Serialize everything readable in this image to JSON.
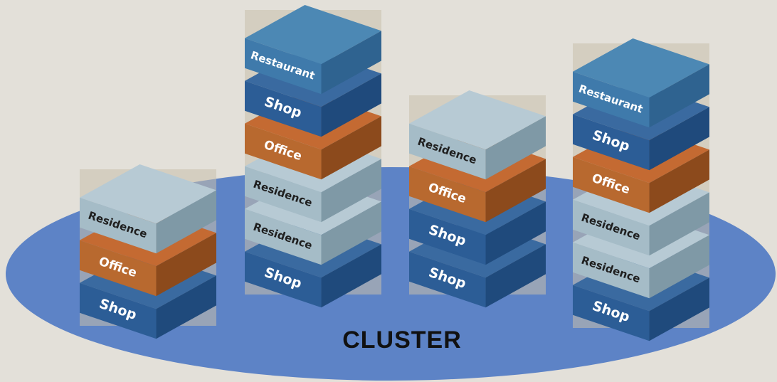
{
  "cluster": {
    "label": "CLUSTER",
    "fill": "#5d83c6"
  },
  "block_colors": {
    "Shop": {
      "top": "#3a6aa0",
      "front": "#2c5d96",
      "side": "#1f4a7c"
    },
    "Office": {
      "top": "#c46a32",
      "front": "#b8692f",
      "side": "#8c4a1c"
    },
    "Residence": {
      "top": "#b7cad4",
      "front": "#a5bcc7",
      "side": "#7f99a6"
    },
    "Restaurant": {
      "top": "#4c88b4",
      "front": "#3f7aab",
      "side": "#2f6390"
    }
  },
  "columns": [
    {
      "blocks": [
        "Shop",
        "Office",
        "Residence"
      ]
    },
    {
      "blocks": [
        "Shop",
        "Residence",
        "Residence",
        "Office",
        "Shop",
        "Restaurant"
      ]
    },
    {
      "blocks": [
        "Shop",
        "Shop",
        "Office",
        "Residence"
      ]
    },
    {
      "blocks": [
        "Shop",
        "Residence",
        "Residence",
        "Office",
        "Shop",
        "Restaurant"
      ]
    }
  ]
}
